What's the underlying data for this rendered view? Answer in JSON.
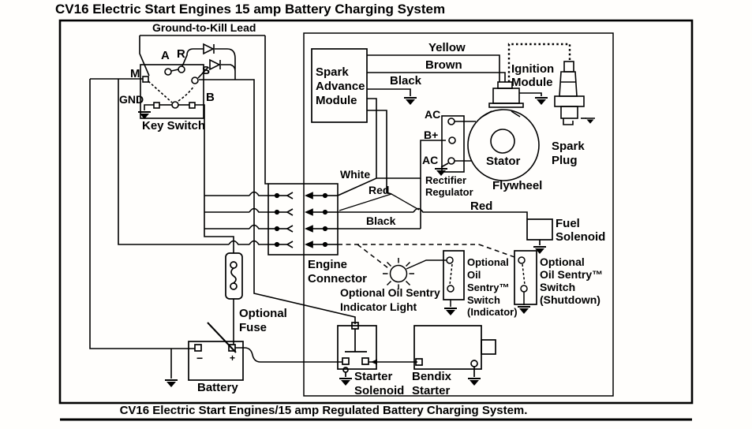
{
  "title": "CV16 Electric Start Engines 15 amp Battery Charging System",
  "caption": "CV16 Electric Start Engines/15 amp Regulated Battery Charging System.",
  "key_switch": {
    "ground_to_kill_lead": "Ground-to-Kill Lead",
    "label": "Key Switch",
    "a": "A",
    "r": "R",
    "m": "M",
    "s": "S",
    "gnd": "GND",
    "b": "B"
  },
  "spark_advance_module": [
    "Spark",
    "Advance",
    "Module"
  ],
  "ignition_module": [
    "Ignition",
    "Module"
  ],
  "spark_plug": [
    "Spark",
    "Plug"
  ],
  "stator": "Stator",
  "flywheel": "Flywheel",
  "rectifier_regulator": {
    "lines": [
      "Rectifier",
      "Regulator"
    ],
    "ac_top": "AC",
    "b_plus": "B+",
    "ac_bottom": "AC"
  },
  "wire_labels": {
    "yellow": "Yellow",
    "brown": "Brown",
    "black_upper": "Black",
    "white": "White",
    "red_connector": "Red",
    "black_lower": "Black",
    "red_solenoid": "Red"
  },
  "fuel_solenoid": [
    "Fuel",
    "Solenoid"
  ],
  "engine_connector": [
    "Engine",
    "Connector"
  ],
  "oil_sentry_light": [
    "Optional Oil Sentry",
    "Indicator Light"
  ],
  "oil_sentry_switch_indicator": [
    "Optional",
    "Oil",
    "Sentry™",
    "Switch",
    "(Indicator)"
  ],
  "oil_sentry_switch_shutdown": [
    "Optional",
    "Oil Sentry™",
    "Switch",
    "(Shutdown)"
  ],
  "optional_fuse": [
    "Optional",
    "Fuse"
  ],
  "battery": {
    "label": "Battery",
    "minus": "−",
    "plus": "+"
  },
  "starter_solenoid": [
    "Starter",
    "Solenoid"
  ],
  "bendix_starter": [
    "Bendix",
    "Starter"
  ]
}
